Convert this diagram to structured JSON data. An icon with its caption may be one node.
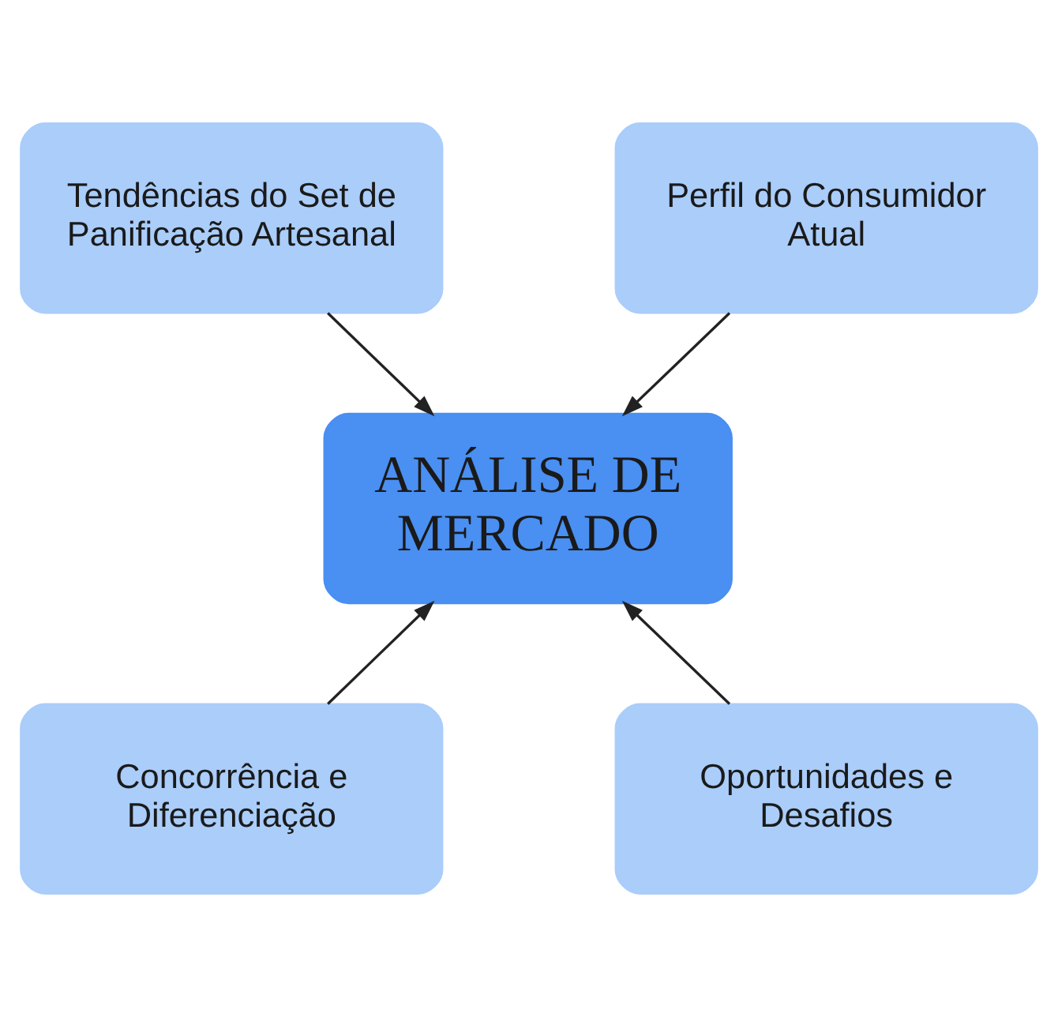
{
  "diagram": {
    "nodes": [
      {
        "text": [
          "Tendências do Set de Panificação Artesanal"
        ]
      },
      {
        "text": [
          "Perfil do Consumidor Atual"
        ]
      },
      {
        "text": [
          "ANÁLISE DE MERCADO"
        ]
      },
      {
        "text": [
          "Concorrência e Diferenciação"
        ]
      },
      {
        "text": [
          "Oportunidades e Desafios"
        ]
      }
    ],
    "edges": [
      {
        "from": 0,
        "to": 2,
        "arrow": "to"
      },
      {
        "from": 1,
        "to": 2,
        "arrow": "to"
      },
      {
        "from": 3,
        "to": 2,
        "arrow": "to"
      },
      {
        "from": 4,
        "to": 2,
        "arrow": "to"
      }
    ]
  }
}
